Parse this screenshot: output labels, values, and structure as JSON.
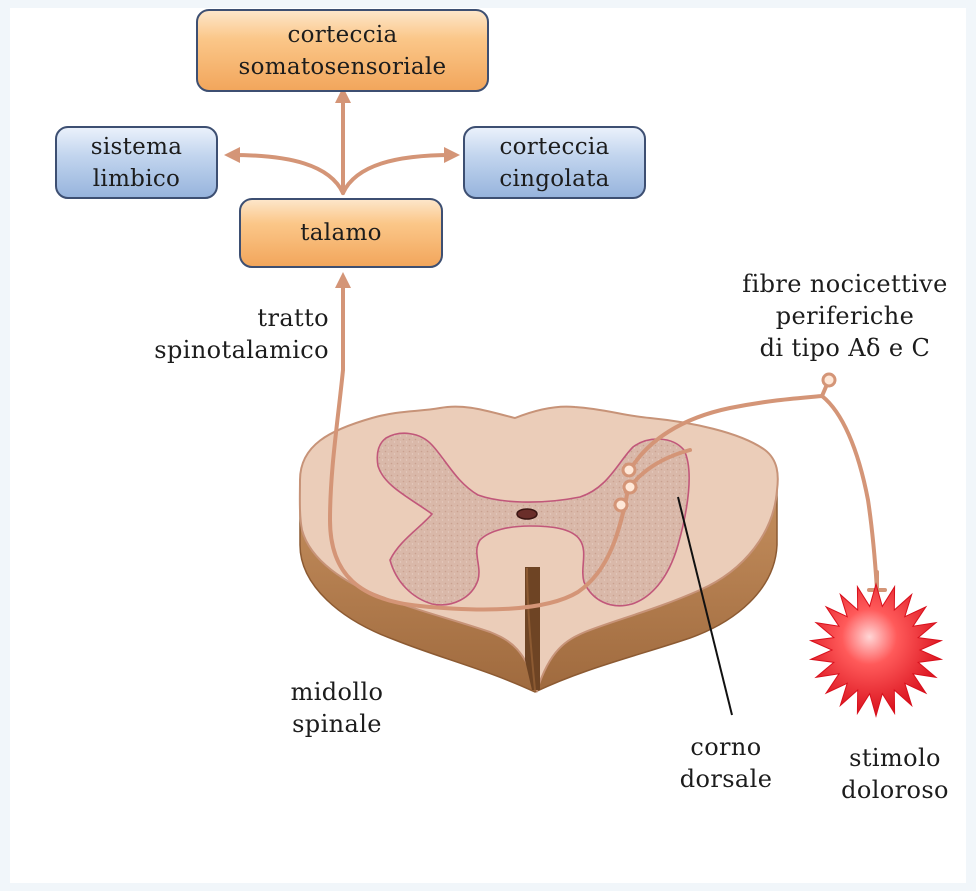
{
  "boxes": {
    "somatosensory_cortex": [
      "corteccia",
      "somatosensoriale"
    ],
    "limbic_system": [
      "sistema",
      "limbico"
    ],
    "cingulate_cortex": [
      "corteccia",
      "cingolata"
    ],
    "thalamus": "talamo"
  },
  "labels": {
    "spinothalamic_tract": [
      "tratto",
      "spinotalamico"
    ],
    "nociceptive_fibers": [
      "fibre nocicettive",
      "periferiche",
      "di tipo Aδ e C"
    ],
    "spinal_cord": [
      "midollo",
      "spinale"
    ],
    "dorsal_horn": [
      "corno",
      "dorsale"
    ],
    "painful_stimulus": [
      "stimolo",
      "doloroso"
    ]
  },
  "colors": {
    "pathway": "#d49577",
    "orange_box": "#f6b46c",
    "blue_box": "#a9c2e6",
    "box_border": "#3d4f72",
    "cord_white_matter": "#e9c9b5",
    "cord_grey_matter": "#d8b7a8",
    "cord_side": "#b88254",
    "stimulus": "#e41f2b"
  }
}
